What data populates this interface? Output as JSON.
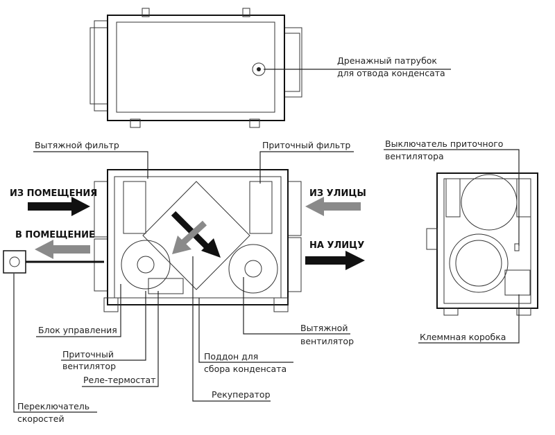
{
  "top_view": {
    "drain_label_1": "Дренажный патрубок",
    "drain_label_2": "для отвода конденсата"
  },
  "front_view": {
    "exhaust_filter": "Вытяжной фильтр",
    "supply_filter": "Приточный фильтр",
    "from_room": "ИЗ ПОМЕЩЕНИЯ",
    "to_room": "В ПОМЕЩЕНИЕ",
    "from_street": "ИЗ УЛИЦЫ",
    "to_street": "НА УЛИЦУ",
    "control_unit": "Блок управления",
    "supply_fan_1": "Приточный",
    "supply_fan_2": "вентилятор",
    "thermo_relay": "Реле-термостат",
    "speed_switch_1": "Переключатель",
    "speed_switch_2": "скоростей",
    "recuperator": "Рекуператор",
    "drain_pan_1": "Поддон для",
    "drain_pan_2": "сбора конденсата",
    "exhaust_fan_1": "Вытяжной",
    "exhaust_fan_2": "вентилятор"
  },
  "side_view": {
    "supply_fan_switch_1": "Выключатель приточного",
    "supply_fan_switch_2": "вентилятора",
    "terminal_box": "Клеммная коробка"
  },
  "colors": {
    "dark_arrow": "#111111",
    "light_arrow": "#8a8a8a"
  }
}
